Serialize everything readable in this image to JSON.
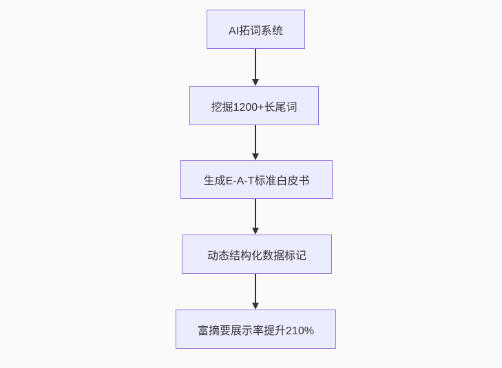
{
  "diagram": {
    "type": "flowchart",
    "direction": "top-down",
    "nodes": [
      {
        "id": "A",
        "label": "AI拓词系统"
      },
      {
        "id": "B",
        "label": "挖掘1200+长尾词"
      },
      {
        "id": "C",
        "label": "生成E-A-T标准白皮书"
      },
      {
        "id": "D",
        "label": "动态结构化数据标记"
      },
      {
        "id": "E",
        "label": "富摘要展示率提升210%"
      }
    ],
    "edges": [
      {
        "from": "A",
        "to": "B"
      },
      {
        "from": "B",
        "to": "C"
      },
      {
        "from": "C",
        "to": "D"
      },
      {
        "from": "D",
        "to": "E"
      }
    ],
    "colors": {
      "node_fill": "#ECECFF",
      "node_border": "#9370DB",
      "node_text": "#333333",
      "arrow": "#333333",
      "background": "#FAFAFA"
    }
  }
}
